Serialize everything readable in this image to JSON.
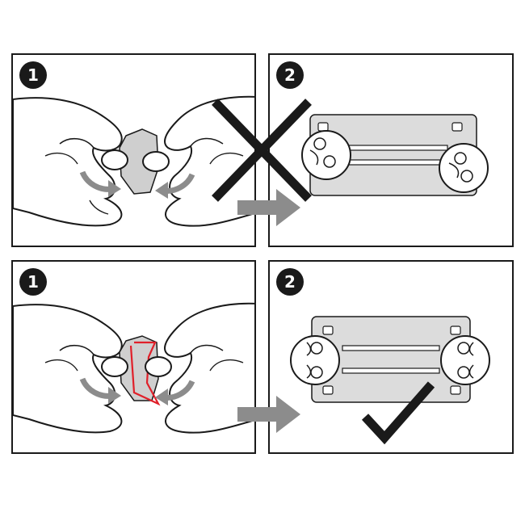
{
  "steps": {
    "top_left": "1",
    "top_right": "2",
    "bottom_left": "1",
    "bottom_right": "2"
  },
  "colors": {
    "line": "#1a1a1a",
    "plate": "#dcdcdc",
    "hardware": "#cfcfcf",
    "arrow": "#8c8c8c",
    "highlight": "#e0202a"
  },
  "icons": {
    "wrong": "cross-mark-icon",
    "correct": "check-mark-icon"
  }
}
